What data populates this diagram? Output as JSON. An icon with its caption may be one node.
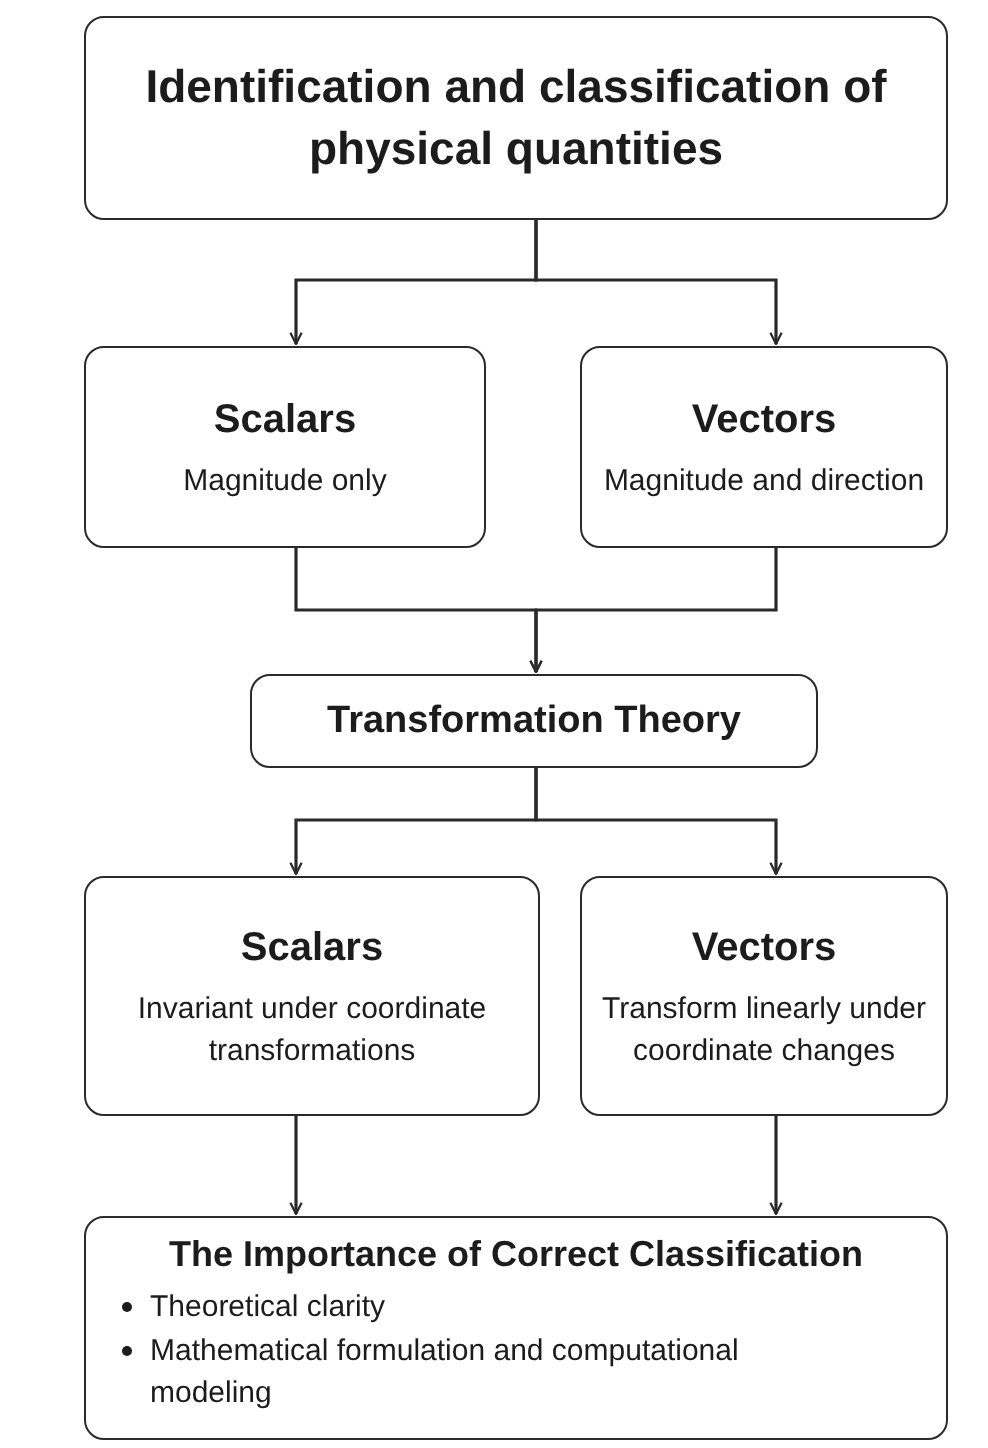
{
  "diagram": {
    "nodes": [
      {
        "text": [
          "Identification and classification of physical quantities"
        ]
      },
      {
        "text": [
          "Scalars",
          "Magnitude only"
        ]
      },
      {
        "text": [
          "Vectors",
          "Magnitude and direction"
        ]
      },
      {
        "text": [
          "Transformation Theory"
        ]
      },
      {
        "text": [
          "Scalars",
          "Invariant under coordinate transformations"
        ]
      },
      {
        "text": [
          "Vectors",
          "Transform linearly under coordinate changes"
        ]
      },
      {
        "text": [
          "The Importance of Correct Classification",
          "Theoretical clarity",
          "Mathematical formulation and computational modeling"
        ]
      }
    ],
    "edges": [
      {
        "from": 0,
        "to": 1,
        "arrow": "to"
      },
      {
        "from": 0,
        "to": 2,
        "arrow": "to"
      },
      {
        "from": 1,
        "to": 3,
        "arrow": "to"
      },
      {
        "from": 2,
        "to": 3,
        "arrow": "to"
      },
      {
        "from": 3,
        "to": 4,
        "arrow": "to"
      },
      {
        "from": 3,
        "to": 5,
        "arrow": "to"
      },
      {
        "from": 4,
        "to": 6,
        "arrow": "to"
      },
      {
        "from": 5,
        "to": 6,
        "arrow": "to"
      }
    ]
  }
}
